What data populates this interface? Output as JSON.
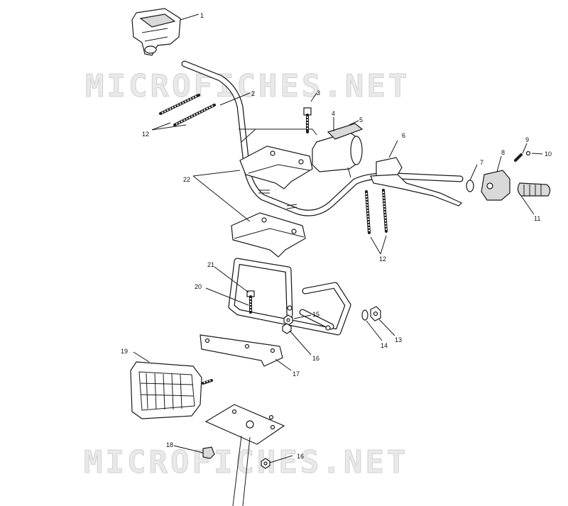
{
  "watermark": {
    "top": "MICROFICHES.NET",
    "bottom": "MICROFICHES.NET"
  },
  "callouts": [
    {
      "id": "c1",
      "label": "1"
    },
    {
      "id": "c2",
      "label": "2"
    },
    {
      "id": "c3",
      "label": "3"
    },
    {
      "id": "c4",
      "label": "4"
    },
    {
      "id": "c5",
      "label": "5"
    },
    {
      "id": "c6",
      "label": "6"
    },
    {
      "id": "c7",
      "label": "7"
    },
    {
      "id": "c8",
      "label": "8"
    },
    {
      "id": "c9",
      "label": "9"
    },
    {
      "id": "c10",
      "label": "10"
    },
    {
      "id": "c11",
      "label": "11"
    },
    {
      "id": "c12a",
      "label": "12"
    },
    {
      "id": "c12b",
      "label": "12"
    },
    {
      "id": "c13",
      "label": "13"
    },
    {
      "id": "c14",
      "label": "14"
    },
    {
      "id": "c15",
      "label": "15"
    },
    {
      "id": "c16a",
      "label": "16"
    },
    {
      "id": "c16b",
      "label": "16"
    },
    {
      "id": "c17",
      "label": "17"
    },
    {
      "id": "c18",
      "label": "18"
    },
    {
      "id": "c19",
      "label": "19"
    },
    {
      "id": "c20",
      "label": "20"
    },
    {
      "id": "c21",
      "label": "21"
    },
    {
      "id": "c22",
      "label": "22"
    }
  ]
}
